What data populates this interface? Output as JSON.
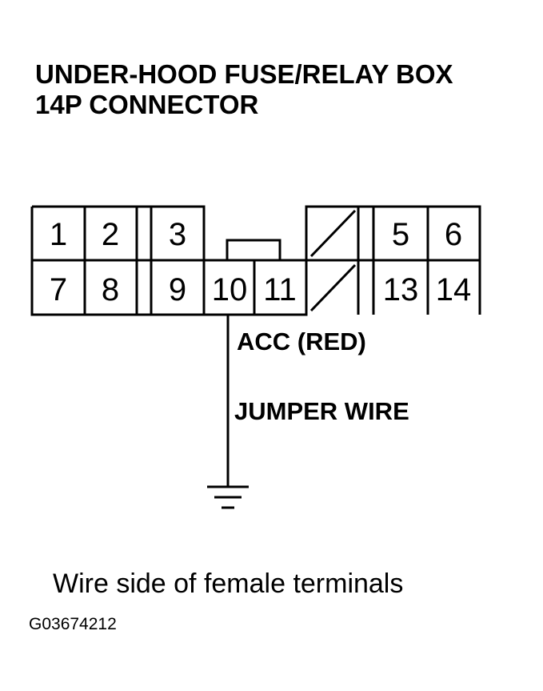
{
  "title": {
    "line1": "UNDER-HOOD FUSE/RELAY BOX",
    "line2": "14P CONNECTOR"
  },
  "connector": {
    "pins_top": [
      "1",
      "2",
      "3",
      "5",
      "6"
    ],
    "pins_bottom": [
      "7",
      "8",
      "9",
      "10",
      "11",
      "13",
      "14"
    ]
  },
  "labels": {
    "wire_color": "ACC (RED)",
    "jumper": "JUMPER WIRE"
  },
  "caption": "Wire side of female terminals",
  "figure_code": "G03674212"
}
